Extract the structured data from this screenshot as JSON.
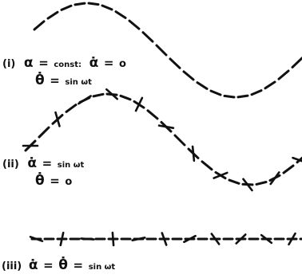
{
  "panels": [
    {
      "key": "i",
      "label": "(i)",
      "line1": {
        "symbol": "α",
        "equals": "=",
        "value": "const:",
        "rate_symbol": "α̇",
        "rate_equals": "=",
        "rate_value": "o"
      },
      "line2": {
        "symbol": "θ̇",
        "equals": "=",
        "value": "sin ωt"
      },
      "waveform": "sinusoid",
      "marks": "dashes"
    },
    {
      "key": "ii",
      "label": "(ii)",
      "line1": {
        "symbol": "α̇",
        "equals": "=",
        "value": "sin ωt"
      },
      "line2": {
        "symbol": "θ̇",
        "equals": "=",
        "value": "o"
      },
      "waveform": "sinusoid",
      "marks": "dashes with rotating cross-bars"
    },
    {
      "key": "iii",
      "label": "(iii)",
      "line1": {
        "symbol": "α̇",
        "equals": "=",
        "symbol2": "θ̇",
        "equals2": "=",
        "value": "sin ωt"
      },
      "waveform": "flat line",
      "marks": "dashes with rotating cross-bars"
    }
  ],
  "colors": {
    "ink": "#111111",
    "background": "#ffffff"
  }
}
